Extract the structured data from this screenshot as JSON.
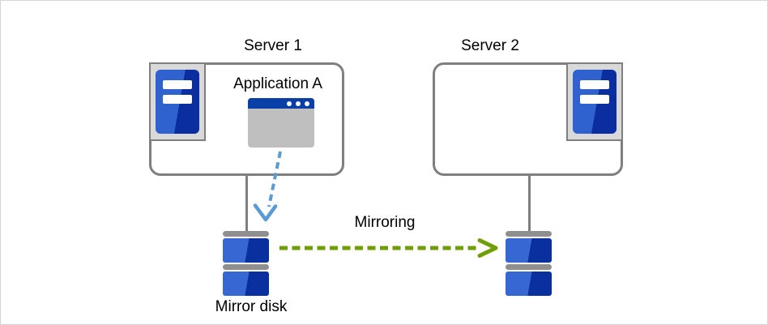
{
  "diagram": {
    "server1": {
      "title": "Server 1",
      "application_label": "Application A"
    },
    "server2": {
      "title": "Server 2"
    },
    "mirroring": {
      "label": "Mirroring"
    },
    "mirror_disk": {
      "label": "Mirror disk"
    }
  },
  "icons": {
    "server_tower": "server-tower-icon",
    "application_window": "application-window-icon",
    "mirror_disk": "mirror-disk-icon",
    "mirroring_arrow": "mirroring-dashed-arrow",
    "write_arrow": "app-to-disk-dashed-arrow"
  },
  "colors": {
    "box_border": "#7f7f7f",
    "connector_gray": "#7f7f7f",
    "icon_frame_fill": "#d9d9d9",
    "icon_frame_border": "#7f7f7f",
    "tower_blue_light": "#2f62cf",
    "tower_blue_dark": "#0a2da0",
    "window_titlebar_blue": "#0b3fa8",
    "window_body_gray": "#bfbfbf",
    "disk_blue_light": "#3767d2",
    "disk_blue_dark": "#0a2f9f",
    "disk_cap_gray": "#8f8f8f",
    "mirroring_arrow_green": "#6f9e06",
    "write_arrow_blue": "#5b9bd5"
  }
}
